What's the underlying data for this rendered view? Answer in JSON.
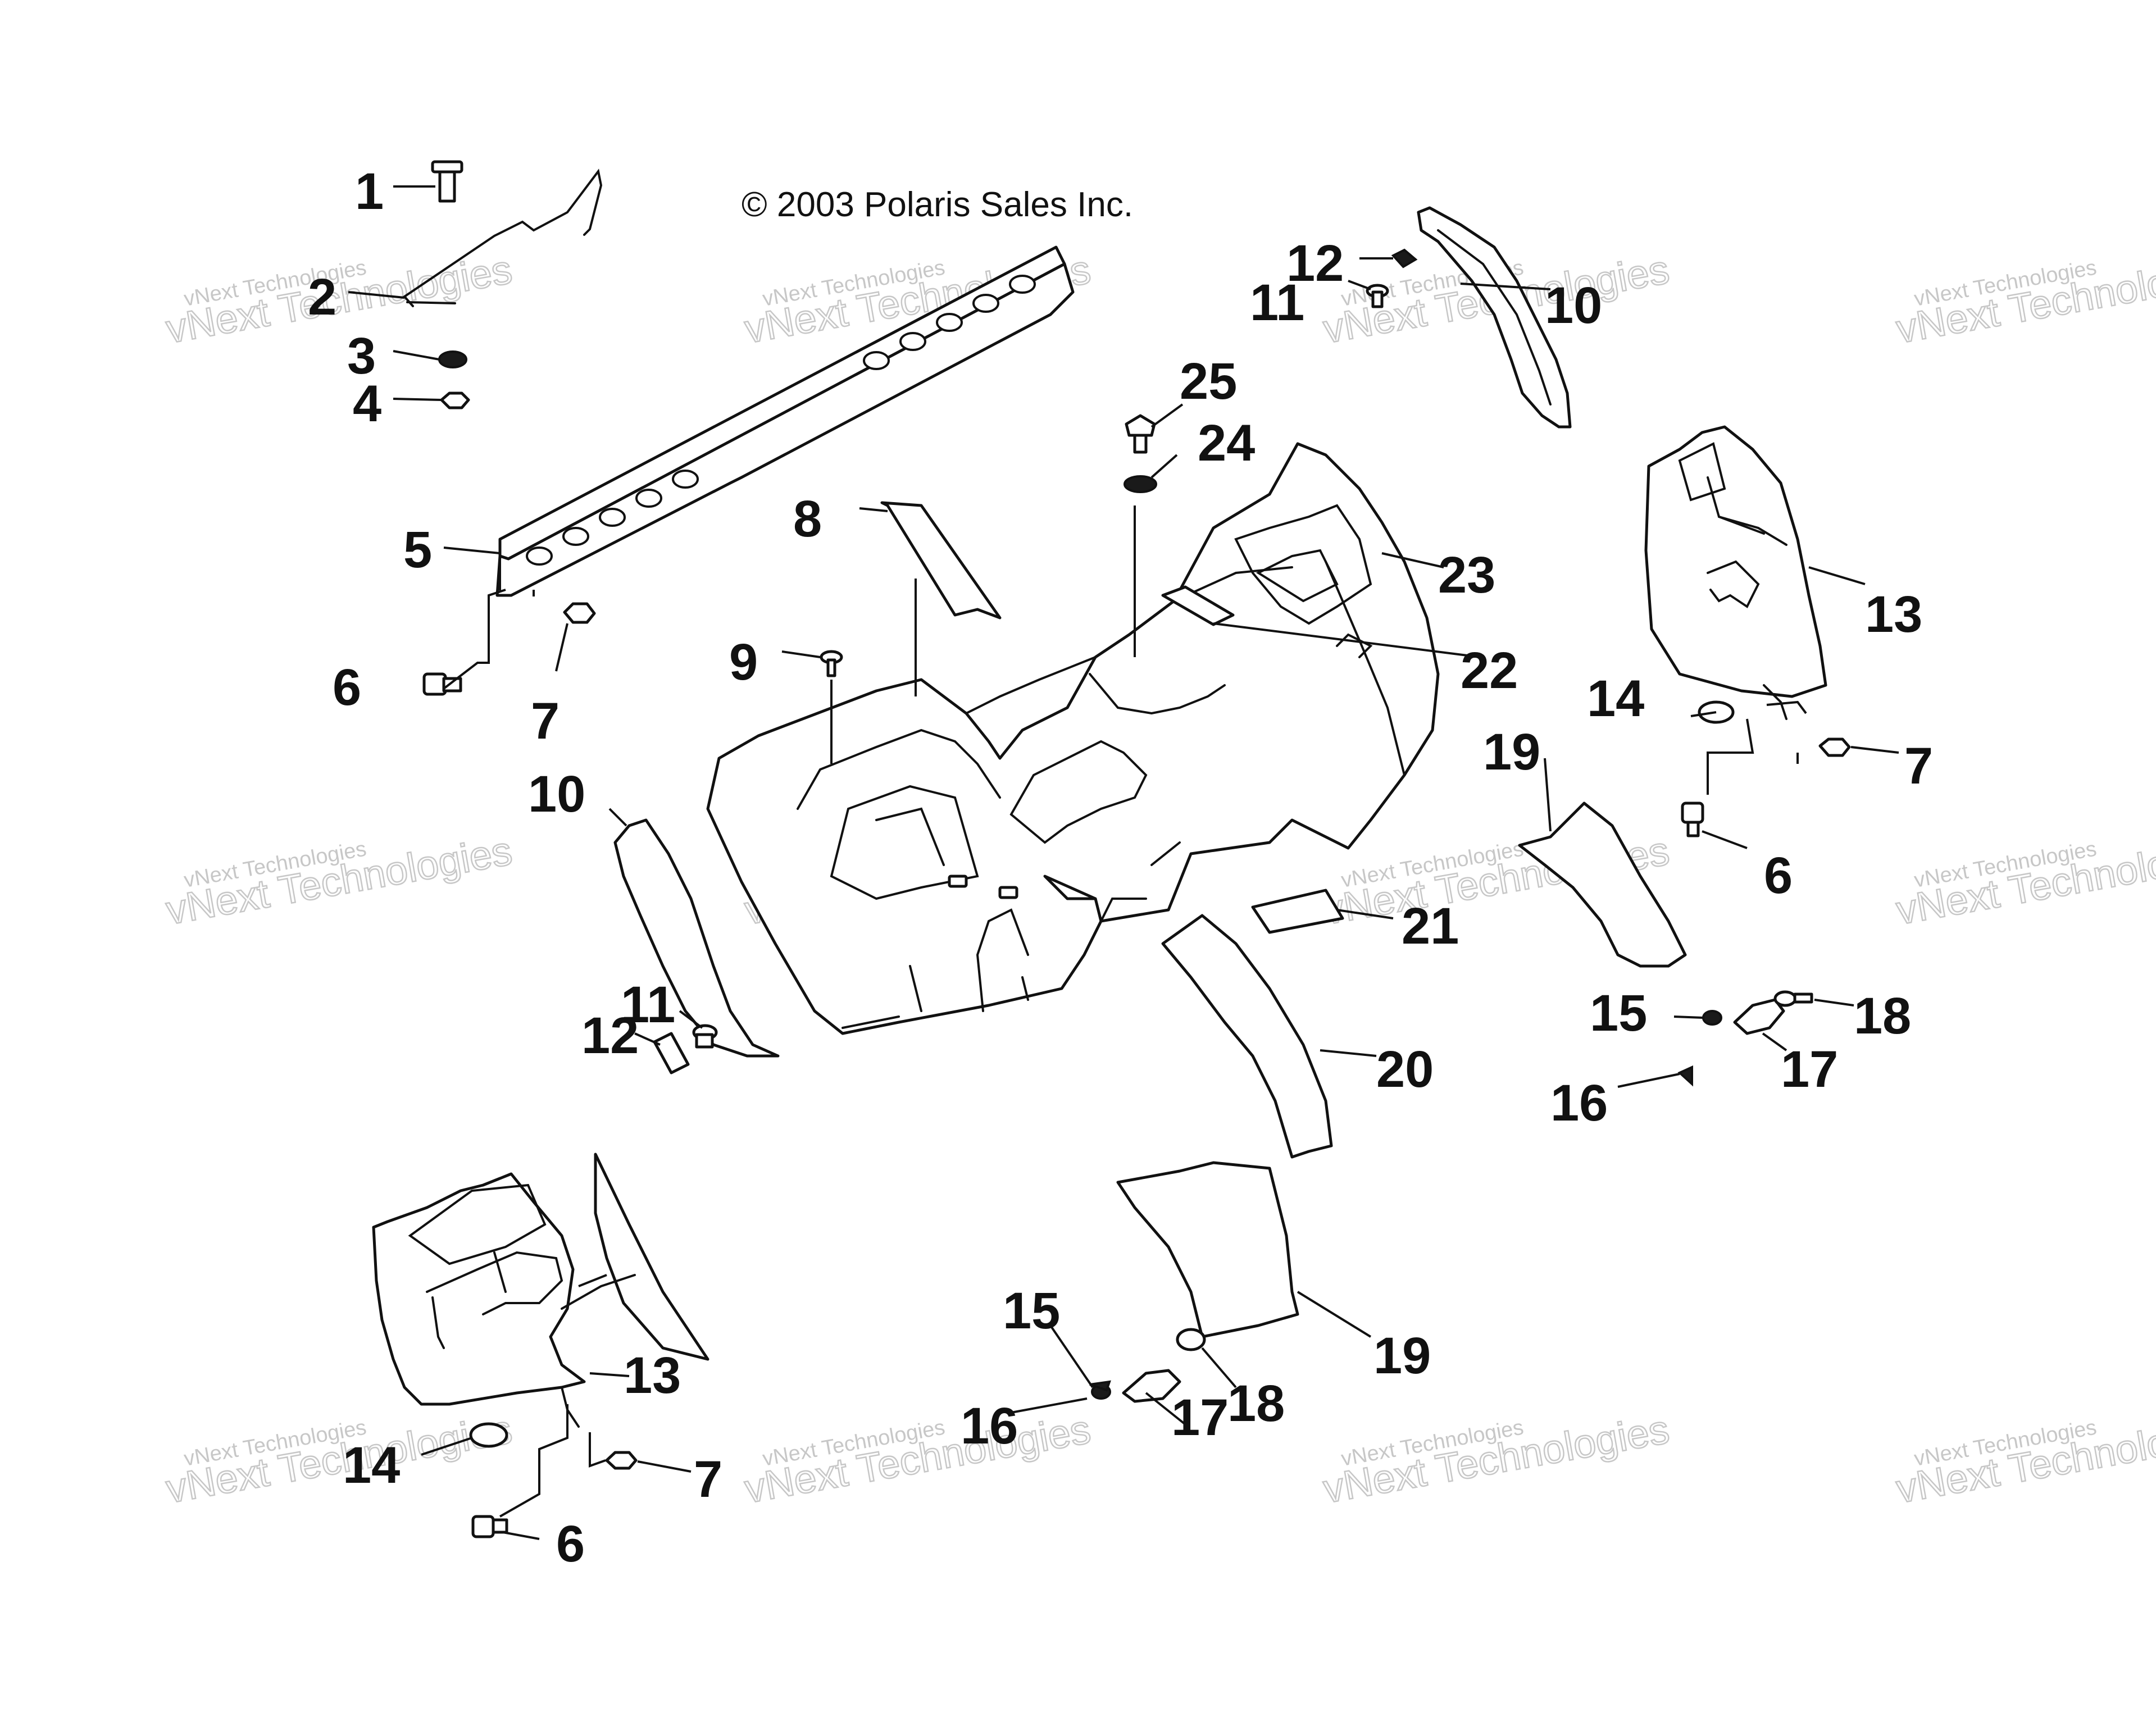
{
  "copyright": "© 2003 Polaris Sales Inc.",
  "watermark": {
    "line1": "vNext Technologies",
    "line2": "vNext Technologies"
  },
  "callouts": {
    "c1": "1",
    "c2": "2",
    "c3": "3",
    "c4": "4",
    "c5": "5",
    "c6a": "6",
    "c6b": "6",
    "c6c": "6",
    "c7a": "7",
    "c7b": "7",
    "c7c": "7",
    "c8": "8",
    "c9": "9",
    "c10a": "10",
    "c10b": "10",
    "c11a": "11",
    "c11b": "11",
    "c12a": "12",
    "c12b": "12",
    "c13a": "13",
    "c13b": "13",
    "c14a": "14",
    "c14b": "14",
    "c15a": "15",
    "c15b": "15",
    "c16a": "16",
    "c16b": "16",
    "c17a": "17",
    "c17b": "17",
    "c18a": "18",
    "c18b": "18",
    "c19a": "19",
    "c19b": "19",
    "c20": "20",
    "c21": "21",
    "c22": "22",
    "c23": "23",
    "c24": "24",
    "c25": "25"
  }
}
